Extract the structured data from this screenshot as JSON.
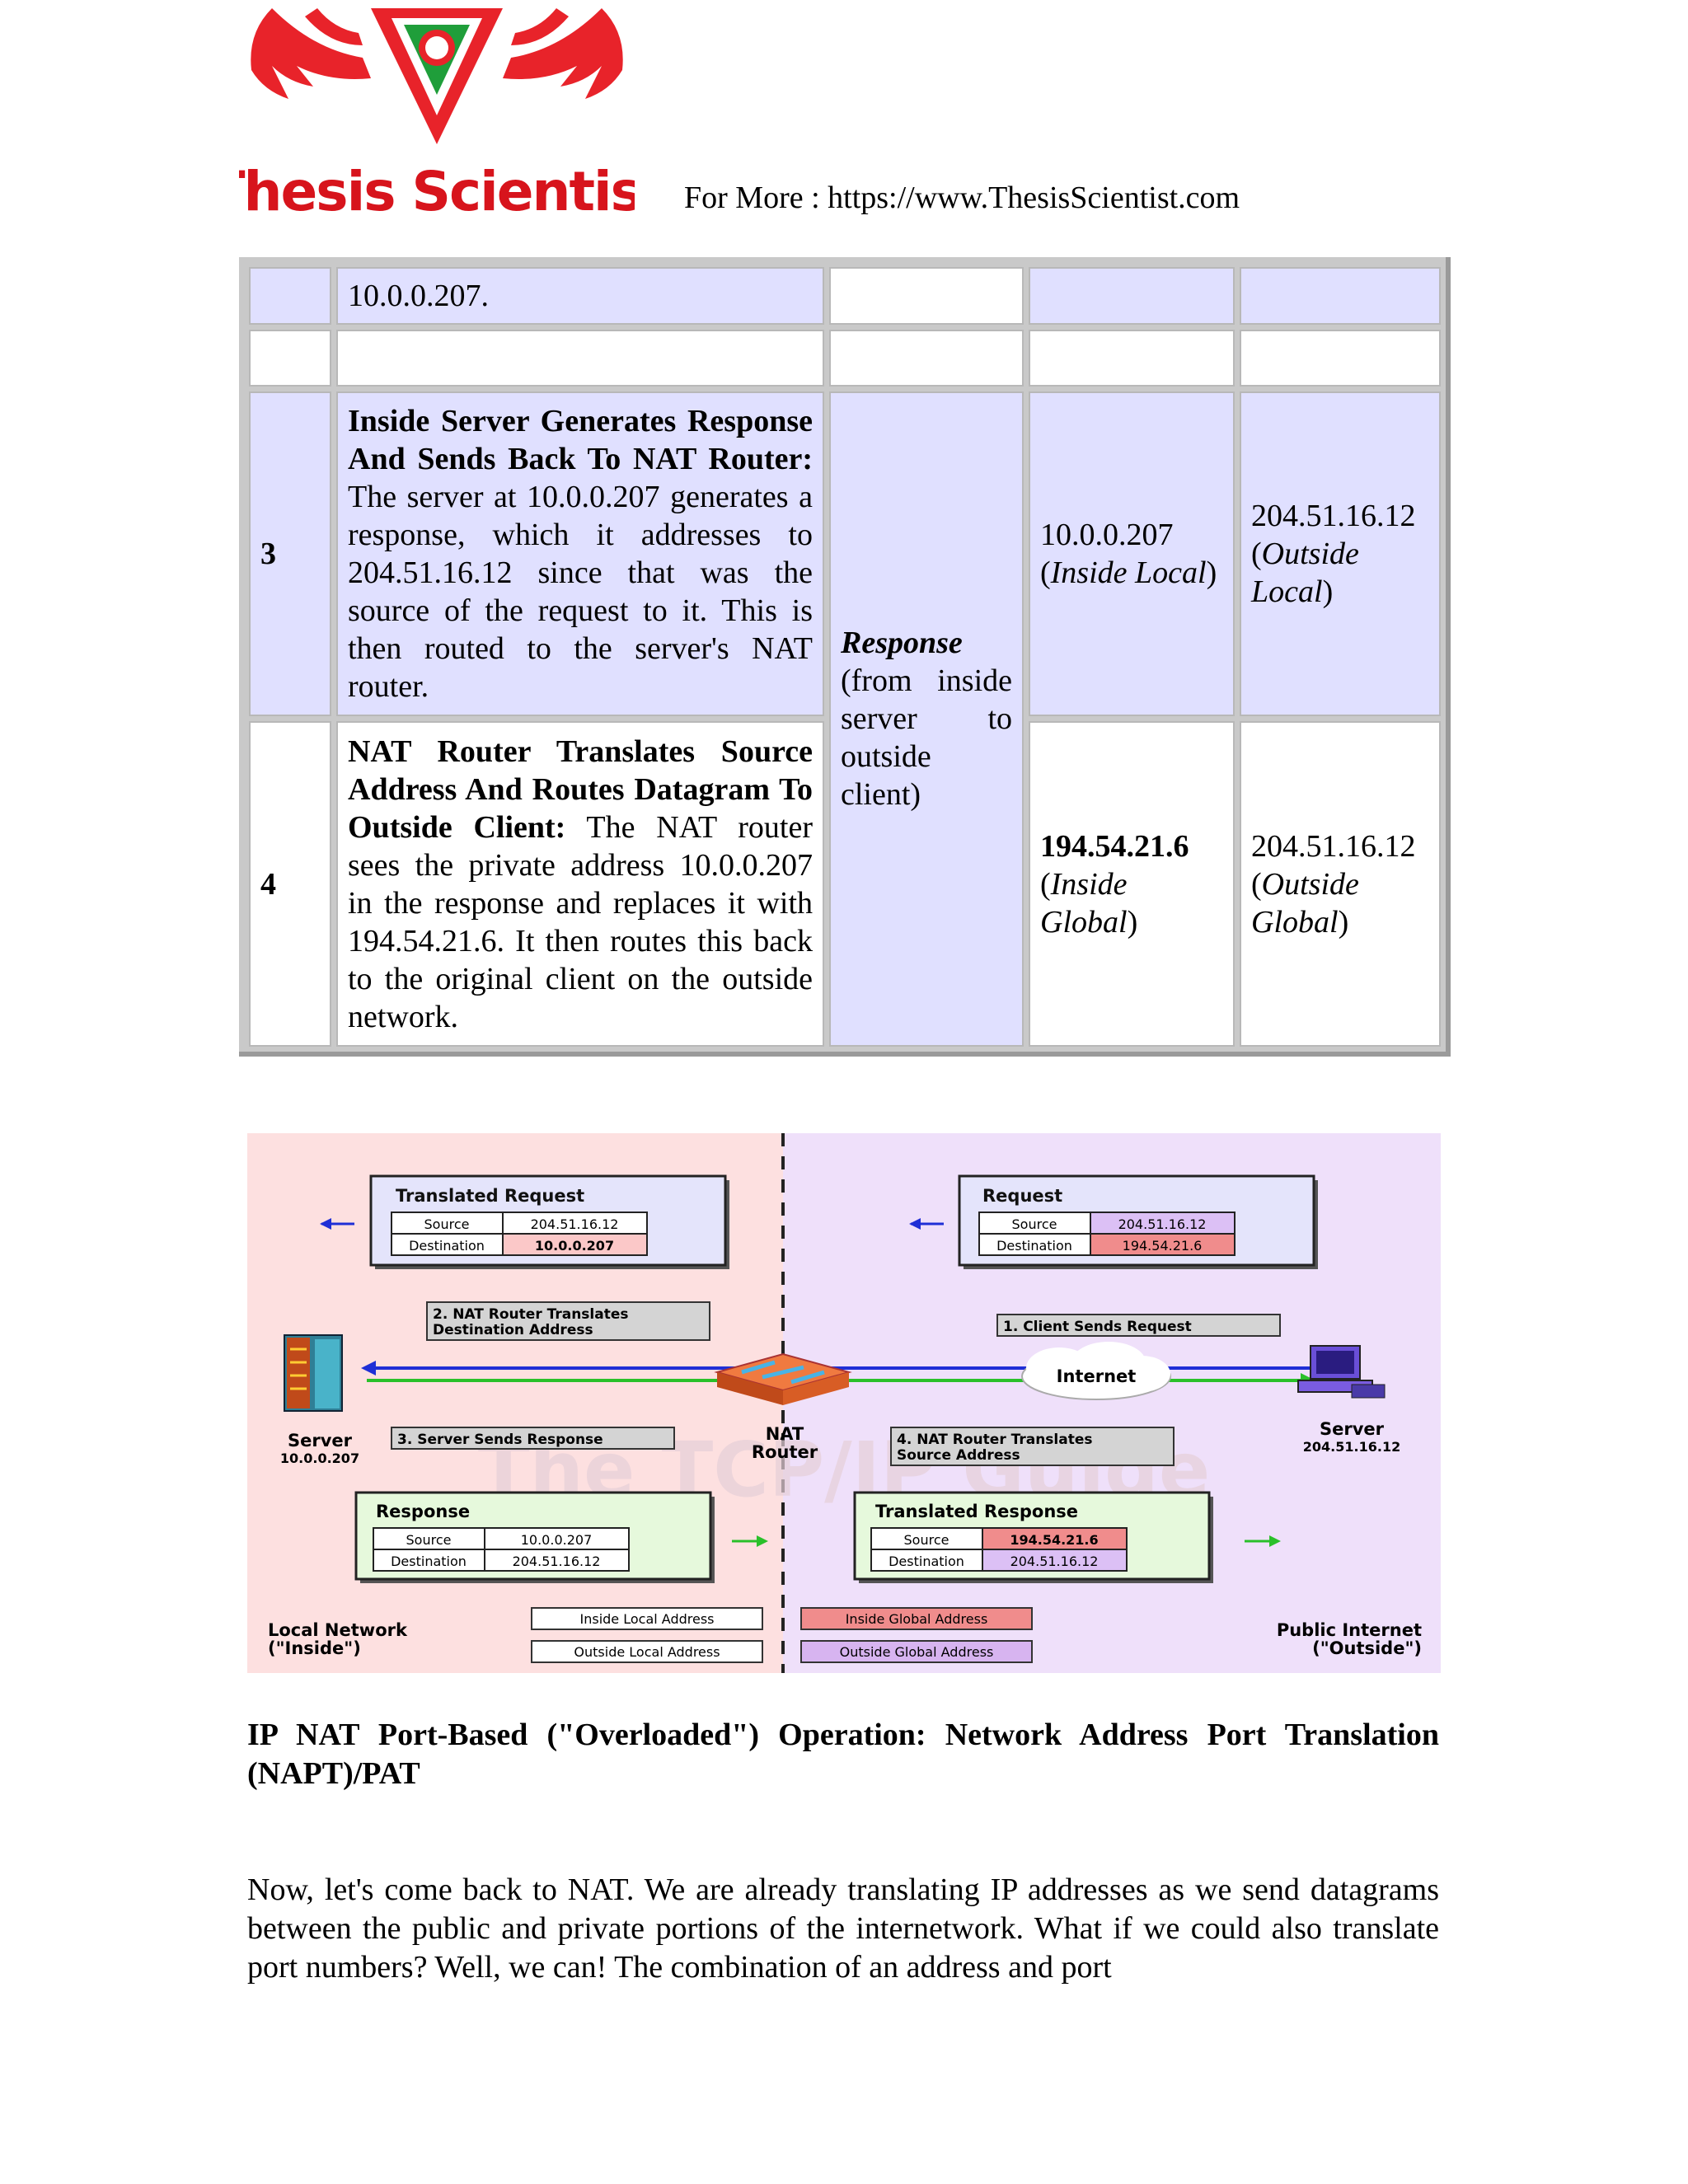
{
  "header": {
    "logo_text": "Thesis Scientist",
    "for_more": "For More : https://www.ThesisScientist.com"
  },
  "table": {
    "row_top": {
      "desc": "10.0.0.207."
    },
    "row3": {
      "num": "3",
      "title": "Inside Server Generates Response And Sends Back To NAT Router:",
      "body": " The server at 10.0.0.207 generates a response, which it addresses to 204.51.16.12 since that was the source of the request to it. This is then routed to the server's NAT router.",
      "src_addr": "10.0.0.207",
      "src_label": "Inside Local",
      "dst_addr": "204.51.16.12",
      "dst_label": "Outside Local"
    },
    "row4": {
      "num": "4",
      "title": "NAT Router Translates Source Address And Routes Datagram To Outside Client:",
      "body": " The NAT router sees the private address 10.0.0.207 in the response and replaces it with 194.54.21.6. It then routes this back to the original client on the outside network.",
      "src_addr": "194.54.21.6",
      "src_label": "Inside Global",
      "dst_addr": "204.51.16.12",
      "dst_label": "Outside Global"
    },
    "phase_title": "Response",
    "phase_body": "(from inside server to outside client)"
  },
  "diagram": {
    "translated_request": {
      "title": "Translated Request",
      "source_label": "Source",
      "source": "204.51.16.12",
      "dest_label": "Destination",
      "dest": "10.0.0.207"
    },
    "request": {
      "title": "Request",
      "source_label": "Source",
      "source": "204.51.16.12",
      "dest_label": "Destination",
      "dest": "194.54.21.6"
    },
    "response": {
      "title": "Response",
      "source_label": "Source",
      "source": "10.0.0.207",
      "dest_label": "Destination",
      "dest": "204.51.16.12"
    },
    "translated_response": {
      "title": "Translated Response",
      "source_label": "Source",
      "source": "194.54.21.6",
      "dest_label": "Destination",
      "dest": "204.51.16.12"
    },
    "step1": "1. Client Sends Request",
    "step2_line1": "2. NAT Router Translates",
    "step2_line2": "Destination Address",
    "step3": "3. Server Sends Response",
    "step4_line1": "4. NAT Router Translates",
    "step4_line2": "Source Address",
    "internet": "Internet",
    "nat_router_line1": "NAT",
    "nat_router_line2": "Router",
    "left_server": "Server",
    "left_server_ip": "10.0.0.207",
    "right_server": "Server",
    "right_server_ip": "204.51.16.12",
    "local_network_line1": "Local Network",
    "local_network_line2": "(\"Inside\")",
    "public_internet_line1": "Public Internet",
    "public_internet_line2": "(\"Outside\")",
    "legend": {
      "inside_local": "Inside Local Address",
      "outside_local": "Outside Local Address",
      "inside_global": "Inside Global Address",
      "outside_global": "Outside Global Address"
    },
    "watermark": "The TCP/IP Guide",
    "colors": {
      "inside_bg": "#fde0e0",
      "outside_bg": "#efe0fa",
      "inside_global": "#f08c8c",
      "outside_global": "#d7b4f0"
    }
  },
  "heading": "IP NAT Port-Based (\"Overloaded\") Operation: Network Address Port Translation (NAPT)/PAT",
  "paragraph": "Now, let's come back to NAT. We are already translating IP addresses as we send datagrams between the public and private portions of the internetwork. What if we could also translate port numbers? Well, we can! The combination of an address and port"
}
